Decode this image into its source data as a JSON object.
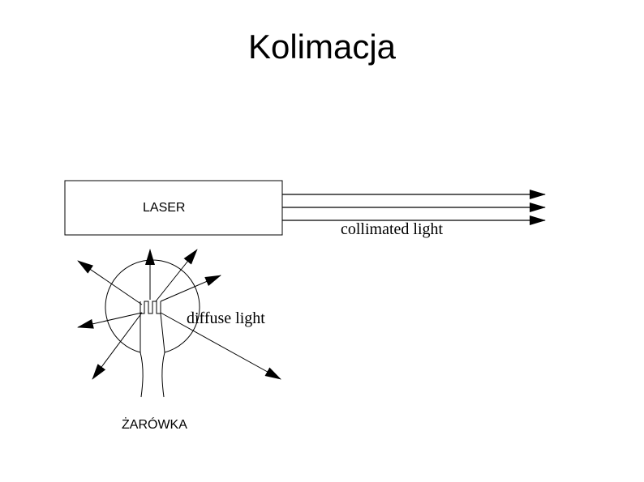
{
  "slide": {
    "title": "Kolimacja"
  },
  "labels": {
    "laser": "LASER",
    "collimated": "collimated light",
    "diffuse": "diffuse light",
    "bulb": "ŻARÓWKA"
  },
  "colors": {
    "stroke": "#000000",
    "background": "#ffffff"
  }
}
